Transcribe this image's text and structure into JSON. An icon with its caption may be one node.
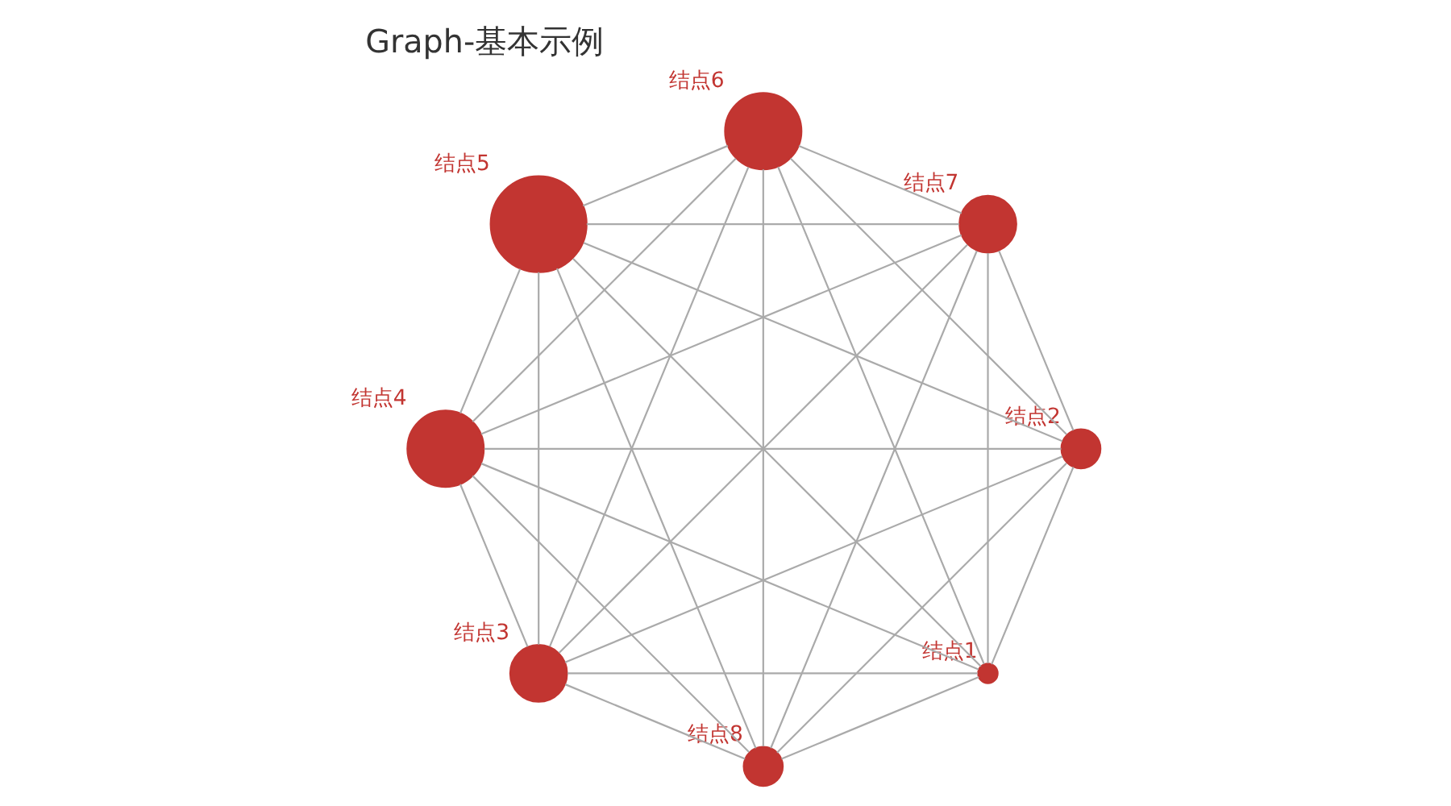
{
  "diagram": {
    "title": "Graph-基本示例",
    "nodes": [
      {
        "text": [
          "结点1"
        ]
      },
      {
        "text": [
          "结点2"
        ]
      },
      {
        "text": [
          "结点3"
        ]
      },
      {
        "text": [
          "结点4"
        ]
      },
      {
        "text": [
          "结点5"
        ]
      },
      {
        "text": [
          "结点6"
        ]
      },
      {
        "text": [
          "结点7"
        ]
      },
      {
        "text": [
          "结点8"
        ]
      }
    ],
    "edges": [
      {
        "from": 0,
        "to": 1,
        "arrow": "none"
      },
      {
        "from": 0,
        "to": 2,
        "arrow": "none"
      },
      {
        "from": 0,
        "to": 3,
        "arrow": "none"
      },
      {
        "from": 0,
        "to": 4,
        "arrow": "none"
      },
      {
        "from": 0,
        "to": 5,
        "arrow": "none"
      },
      {
        "from": 0,
        "to": 6,
        "arrow": "none"
      },
      {
        "from": 0,
        "to": 7,
        "arrow": "none"
      },
      {
        "from": 1,
        "to": 2,
        "arrow": "none"
      },
      {
        "from": 1,
        "to": 3,
        "arrow": "none"
      },
      {
        "from": 1,
        "to": 4,
        "arrow": "none"
      },
      {
        "from": 1,
        "to": 5,
        "arrow": "none"
      },
      {
        "from": 1,
        "to": 6,
        "arrow": "none"
      },
      {
        "from": 1,
        "to": 7,
        "arrow": "none"
      },
      {
        "from": 2,
        "to": 3,
        "arrow": "none"
      },
      {
        "from": 2,
        "to": 4,
        "arrow": "none"
      },
      {
        "from": 2,
        "to": 5,
        "arrow": "none"
      },
      {
        "from": 2,
        "to": 6,
        "arrow": "none"
      },
      {
        "from": 2,
        "to": 7,
        "arrow": "none"
      },
      {
        "from": 3,
        "to": 4,
        "arrow": "none"
      },
      {
        "from": 3,
        "to": 5,
        "arrow": "none"
      },
      {
        "from": 3,
        "to": 6,
        "arrow": "none"
      },
      {
        "from": 3,
        "to": 7,
        "arrow": "none"
      },
      {
        "from": 4,
        "to": 5,
        "arrow": "none"
      },
      {
        "from": 4,
        "to": 6,
        "arrow": "none"
      },
      {
        "from": 4,
        "to": 7,
        "arrow": "none"
      },
      {
        "from": 5,
        "to": 6,
        "arrow": "none"
      },
      {
        "from": 5,
        "to": 7,
        "arrow": "none"
      },
      {
        "from": 6,
        "to": 7,
        "arrow": "none"
      }
    ]
  }
}
